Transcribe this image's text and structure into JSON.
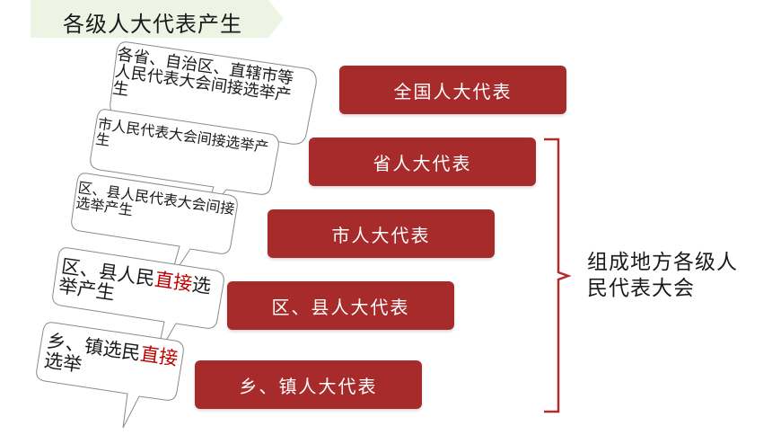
{
  "title": "各级人大代表产生",
  "levels": [
    {
      "label": "全国人大代表"
    },
    {
      "label": "省人大代表"
    },
    {
      "label": "市人大代表"
    },
    {
      "label": "区、县人大代表"
    },
    {
      "label": "乡、镇人大代表"
    }
  ],
  "callouts": [
    {
      "plain": "各省、自治区、直辖市等人民代表大会间接选举产生",
      "highlight": "",
      "rest": ""
    },
    {
      "plain": "市人民代表大会间接选举产生",
      "highlight": "",
      "rest": ""
    },
    {
      "plain": "区、县人民代表大会间接选举产生",
      "highlight": "",
      "rest": ""
    },
    {
      "plain": "区、县人民",
      "highlight": "直接",
      "rest": "选举产生"
    },
    {
      "plain": "乡、镇选民",
      "highlight": "直接",
      "rest": "选举"
    }
  ],
  "summary": "组成地方各级人民代表大会",
  "colors": {
    "box": "#a72b2a",
    "box_text": "#ffffff",
    "highlight": "#c00000",
    "bracket": "#b52a2a",
    "banner": "#eef4e3"
  }
}
